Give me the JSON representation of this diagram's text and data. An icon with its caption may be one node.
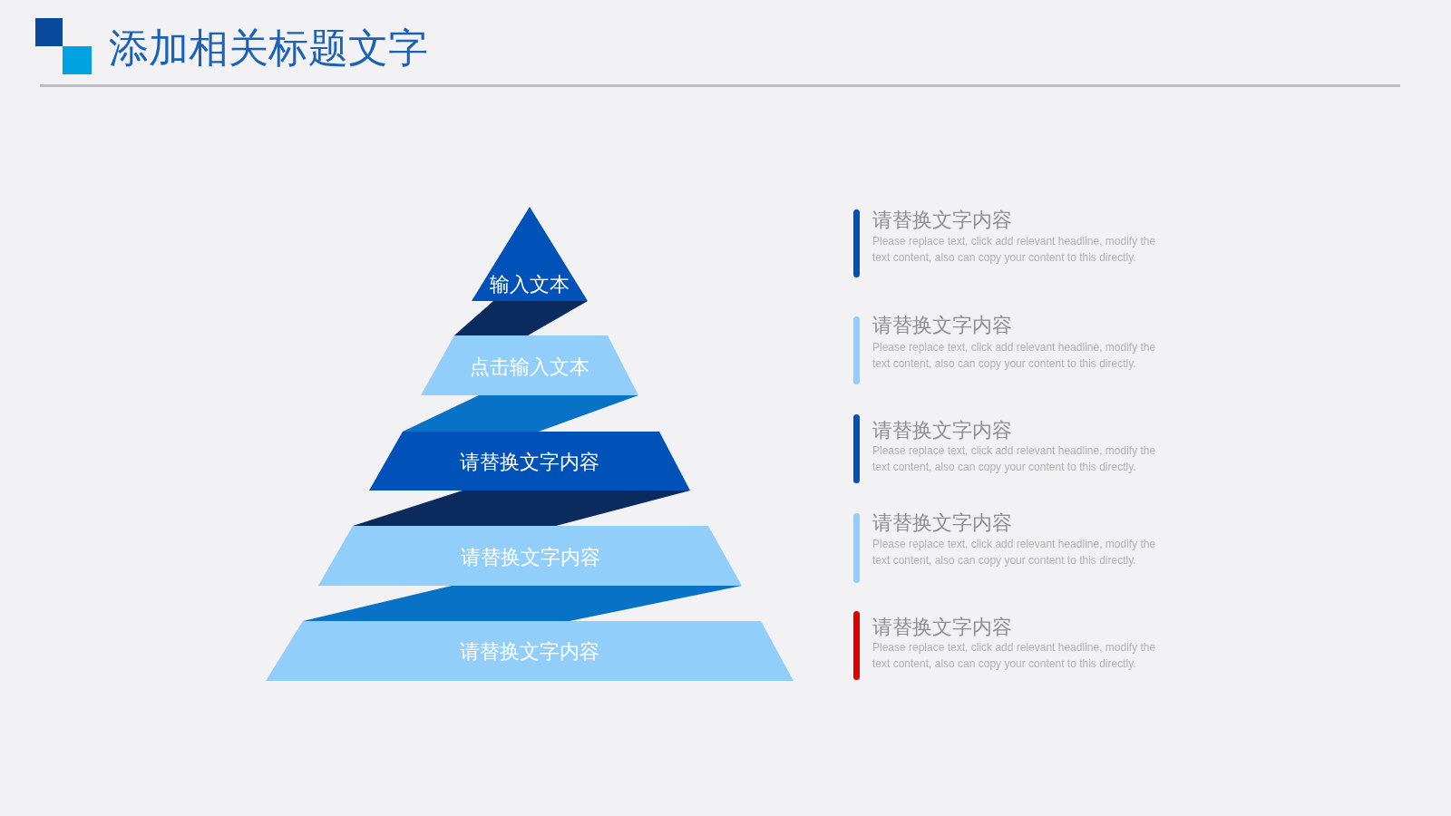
{
  "diagram": {
    "title": "添加相关标题文字",
    "nodes": [
      {
        "text": [
          "输入文本"
        ]
      },
      {
        "text": [
          "点击输入文本"
        ]
      },
      {
        "text": [
          "请替换文字内容"
        ]
      },
      {
        "text": [
          "请替换文字内容"
        ]
      },
      {
        "text": [
          "请替换文字内容"
        ]
      }
    ],
    "labels": [
      "请替换文字内容",
      "Please replace text, click add relevant headline, modify the text content, also can copy your content to this directly.",
      "请替换文字内容",
      "Please replace text, click add relevant headline, modify the text content, also can copy your content to this directly.",
      "请替换文字内容",
      "Please replace text, click add relevant headline, modify the text content, also can copy your content to this directly.",
      "请替换文字内容",
      "Please replace text, click add relevant headline, modify the text content, also can copy your content to this directly.",
      "请替换文字内容",
      "Please replace text, click add relevant headline, modify the text content, also can copy your content to this directly."
    ]
  }
}
